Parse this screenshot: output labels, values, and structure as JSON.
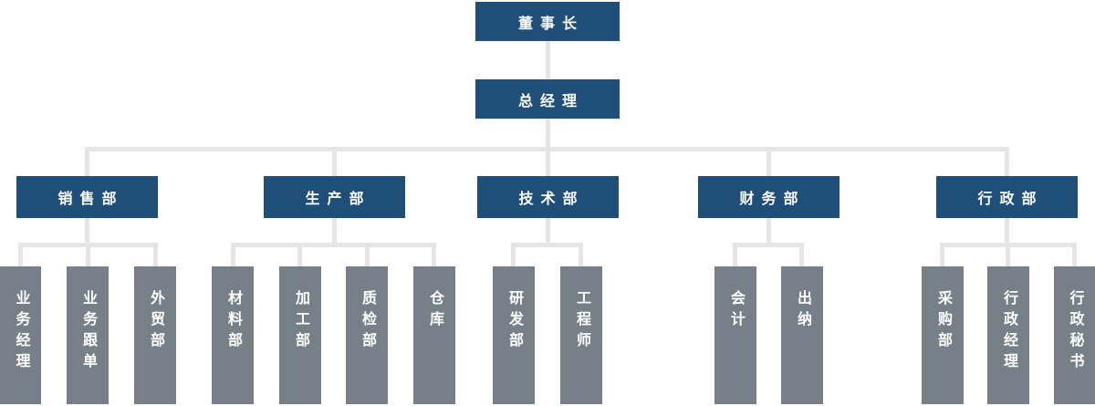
{
  "colors": {
    "node_primary": "#1F4E79",
    "node_secondary": "#778089",
    "connector": "#E5E5E7",
    "label_text": "#FFFFFF",
    "background": "#FFFFFF"
  },
  "org": {
    "root": {
      "label": "董事长"
    },
    "executive": {
      "label": "总经理"
    },
    "departments": [
      {
        "label": "销售部",
        "children": [
          "业务经理",
          "业务跟单",
          "外贸部"
        ]
      },
      {
        "label": "生产部",
        "children": [
          "材料部",
          "加工部",
          "质检部",
          "仓库"
        ]
      },
      {
        "label": "技术部",
        "children": [
          "研发部",
          "工程师"
        ]
      },
      {
        "label": "财务部",
        "children": [
          "会计",
          "出纳"
        ]
      },
      {
        "label": "行政部",
        "children": [
          "采购部",
          "行政经理",
          "行政秘书"
        ]
      }
    ]
  }
}
